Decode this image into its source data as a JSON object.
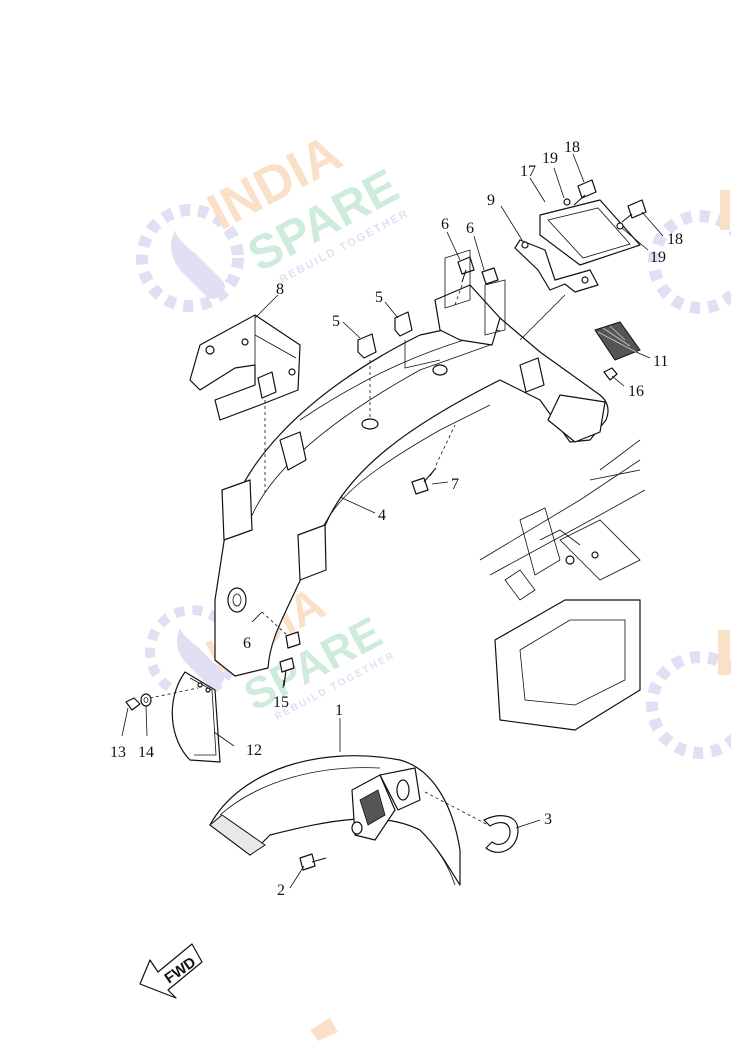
{
  "watermark": {
    "line1": "INDIA",
    "line2": "SPARE",
    "tagline": "REBUILD TOGETHER",
    "colors": {
      "orange": "#f6c79a",
      "green": "#a8dcc0",
      "blue": "#c7c5ea"
    }
  },
  "callouts": {
    "c1": "1",
    "c2": "2",
    "c3": "3",
    "c4": "4",
    "c5a": "5",
    "c5b": "5",
    "c6a": "6",
    "c6b": "6",
    "c6c": "6",
    "c7": "7",
    "c8": "8",
    "c9": "9",
    "c11": "11",
    "c12": "12",
    "c13": "13",
    "c14": "14",
    "c15": "15",
    "c16": "16",
    "c17": "17",
    "c18a": "18",
    "c18b": "18",
    "c19a": "19",
    "c19b": "19"
  },
  "direction": {
    "label": "FWD"
  }
}
